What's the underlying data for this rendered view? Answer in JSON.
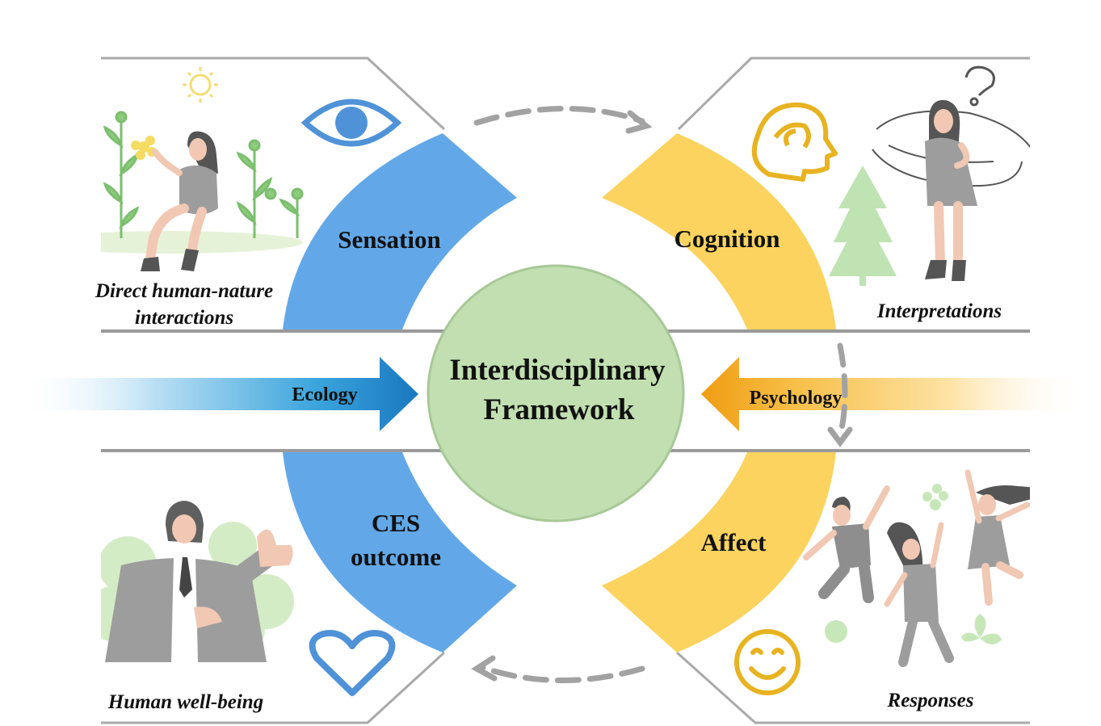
{
  "center": {
    "line1": "Interdisciplinary",
    "line2": "Framework"
  },
  "arcs": {
    "sensation": "Sensation",
    "cognition": "Cognition",
    "ces_line1": "CES",
    "ces_line2": "outcome",
    "affect": "Affect"
  },
  "arrows": {
    "left": "Ecology",
    "right": "Psychology"
  },
  "panels": {
    "top_left_line1": "Direct human-nature",
    "top_left_line2": "interactions",
    "top_right": "Interpretations",
    "bottom_left": "Human well-being",
    "bottom_right": "Responses"
  },
  "colors": {
    "blue": "#62a8e8",
    "yellow": "#fbd35e",
    "center_green": "#c1dfb0",
    "ecology_arrow": "#1a7fc8",
    "psychology_arrow": "#f0a61c",
    "frame": "#9a9a9a",
    "plant_green": "#8dcb7d",
    "figure_grey": "#9d9d9d"
  },
  "icons": [
    "eye-icon",
    "head-icon",
    "heart-icon",
    "smiley-icon",
    "sun-icon",
    "question-mark-icon"
  ]
}
